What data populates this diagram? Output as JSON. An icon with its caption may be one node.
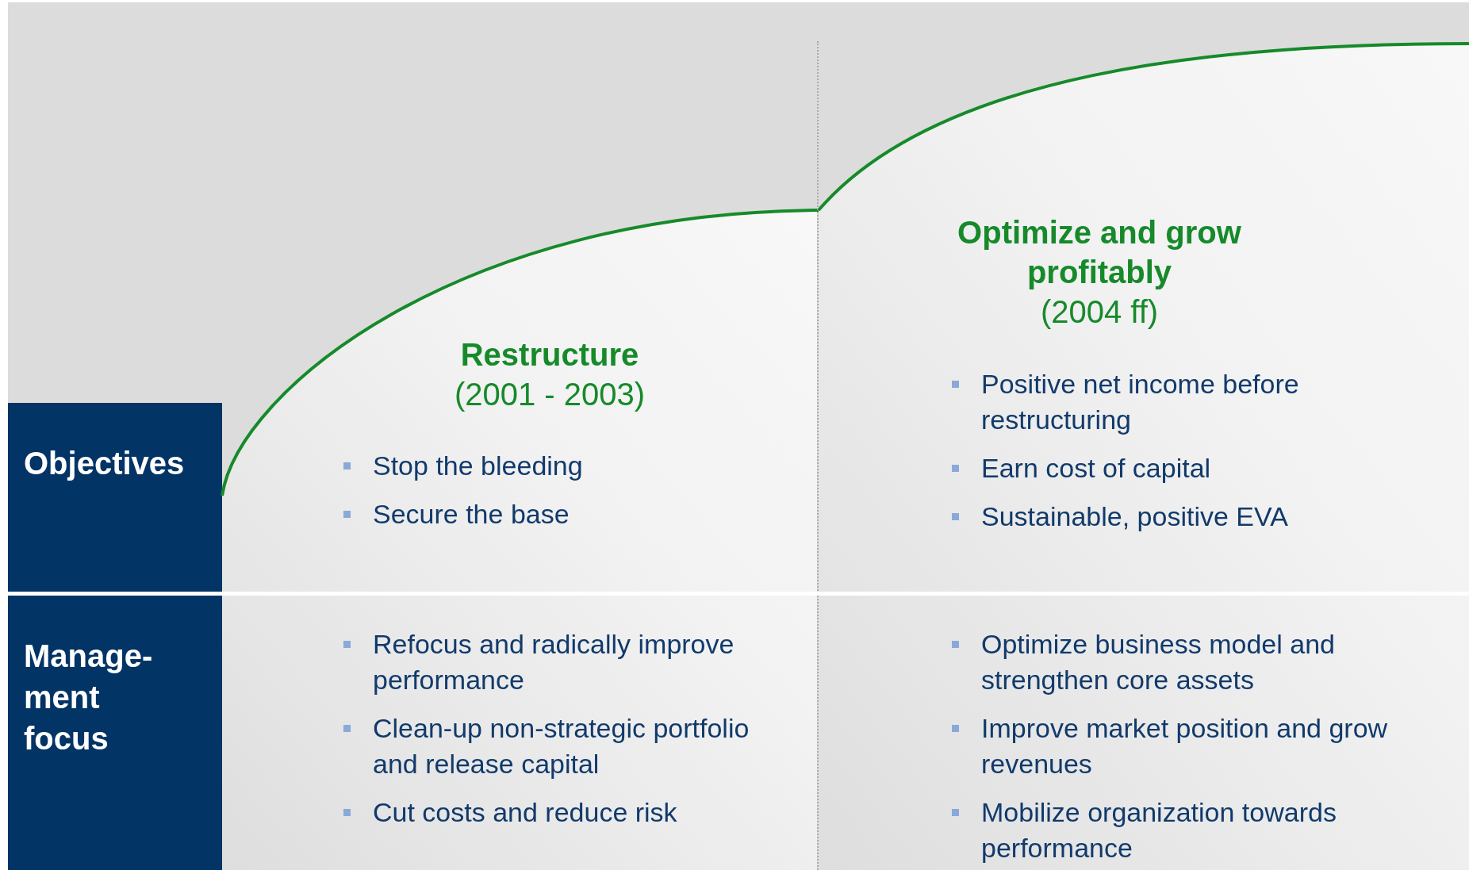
{
  "diagram": {
    "nodes": [
      {
        "text": [
          "Objectives"
        ]
      },
      {
        "text": [
          "Manage- ment focus"
        ]
      },
      {
        "text": [
          "Restructure",
          "(2001 - 2003)"
        ]
      },
      {
        "text": [
          "Stop the bleeding",
          "Secure the base"
        ],
        "in": 2
      },
      {
        "text": [
          "Refocus and radically improve performance",
          "Clean-up non-strategic portfolio and release capital",
          "Cut costs and reduce risk"
        ],
        "in": 2
      },
      {
        "text": [
          "Optimize and grow profitably",
          "(2004 ff)"
        ]
      },
      {
        "text": [
          "Positive net income before restructuring",
          "Earn cost of capital",
          "Sustainable, positive EVA"
        ],
        "in": 5
      },
      {
        "text": [
          "Optimize business model and strengthen core assets",
          "Improve market position and grow revenues",
          "Mobilize organization towards performance"
        ],
        "in": 5
      }
    ]
  }
}
